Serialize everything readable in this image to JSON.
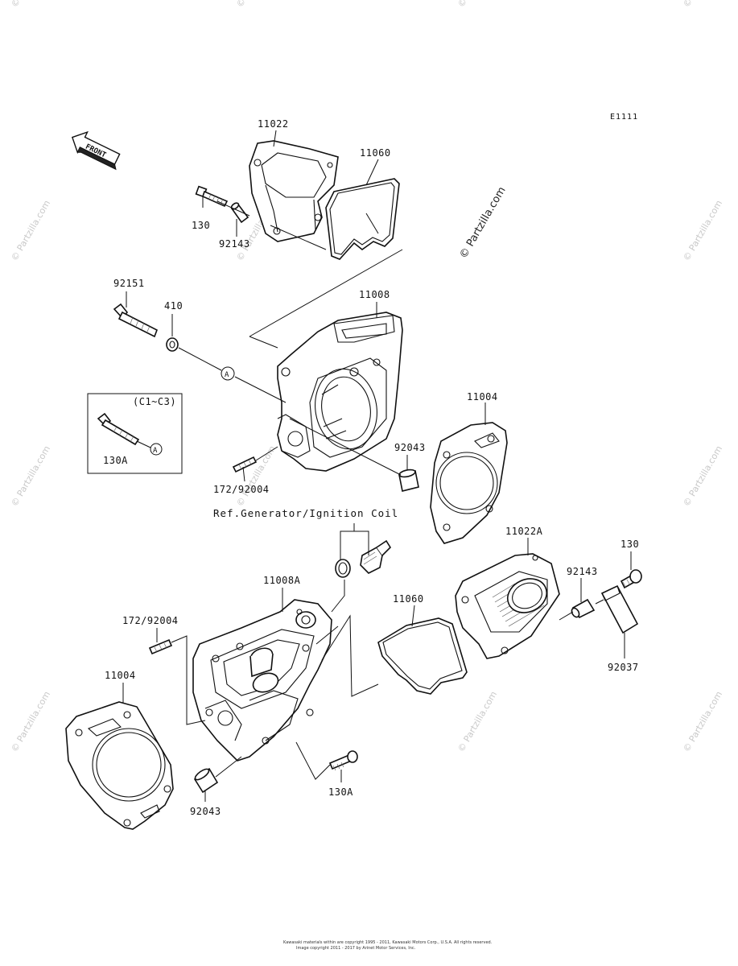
{
  "diagram_code": "E1111",
  "front_label": "FRONT",
  "box_label": "(C1~C3)",
  "circle_marker": "A",
  "ref_note": "Ref.Generator/Ignition Coil",
  "watermark": "© Partzilla.com",
  "footer_lines": [
    "Kawasaki materials within are copyright 1995 - 2011, Kawasaki Motors Corp., U.S.A. All rights reserved.",
    "Image copyright 2011 - 2017 by Arinet Motor Services, Inc."
  ],
  "callouts": {
    "c11022": "11022",
    "c11060_top": "11060",
    "c130_top": "130",
    "c92143_top": "92143",
    "c92151": "92151",
    "c410": "410",
    "c11008": "11008",
    "c130A_box": "130A",
    "c11004_right": "11004",
    "c92043_right": "92043",
    "c172_top": "172/92004",
    "c11022A": "11022A",
    "c130_right": "130",
    "c92143_right": "92143",
    "c11008A": "11008A",
    "c11060_mid": "11060",
    "c172_bot": "172/92004",
    "c11004_left": "11004",
    "c92037": "92037",
    "c130A_bot": "130A",
    "c92043_bot": "92043"
  }
}
